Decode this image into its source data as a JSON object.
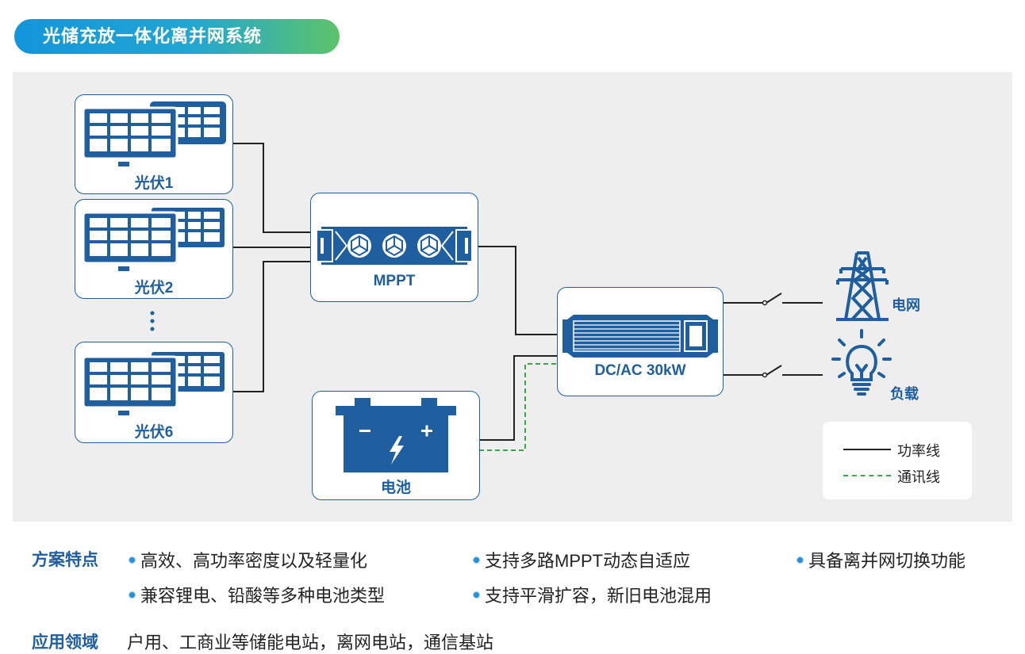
{
  "header": {
    "title": "光储充放一体化离并网系统"
  },
  "diagram": {
    "pv1_label": "光伏1",
    "pv2_label": "光伏2",
    "pv6_label": "光伏6",
    "mppt_label": "MPPT",
    "battery_label": "电池",
    "inverter_label": "DC/AC 30kW",
    "grid_label": "电网",
    "load_label": "负载",
    "battery_minus": "−",
    "battery_plus": "+"
  },
  "legend": {
    "power_line": "功率线",
    "comm_line": "通讯线"
  },
  "features": {
    "title": "方案特点",
    "items": [
      "高效、高功率密度以及轻量化",
      "支持多路MPPT动态自适应",
      "具备离并网切换功能",
      "兼容锂电、铅酸等多种电池类型",
      "支持平滑扩容，新旧电池混用"
    ]
  },
  "application": {
    "title": "应用领域",
    "text": "户用、工商业等储能电站，离网电站，通信基站"
  },
  "colors": {
    "brand_blue": "#1f5fa0",
    "comm_green": "#3aa64a",
    "background": "#eeeeee"
  }
}
